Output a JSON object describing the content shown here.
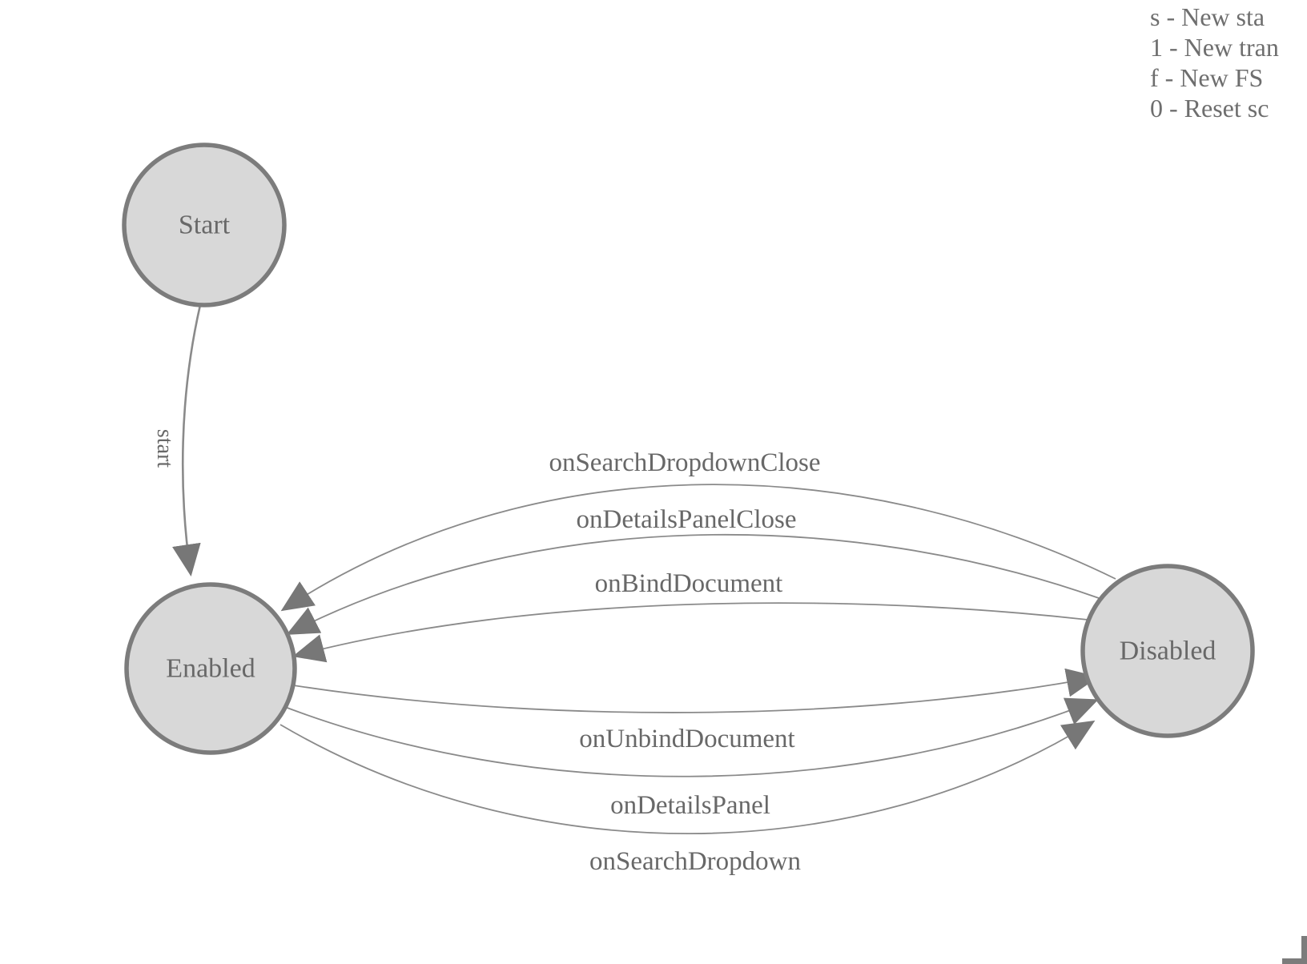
{
  "diagram": {
    "nodes": [
      {
        "id": "Start",
        "label": "Start"
      },
      {
        "id": "Enabled",
        "label": "Enabled"
      },
      {
        "id": "Disabled",
        "label": "Disabled"
      }
    ],
    "edges": [
      {
        "id": "start",
        "from": "Start",
        "to": "Enabled",
        "label": "start"
      },
      {
        "id": "onSearchDropdownClose",
        "from": "Disabled",
        "to": "Enabled",
        "label": "onSearchDropdownClose"
      },
      {
        "id": "onDetailsPanelClose",
        "from": "Disabled",
        "to": "Enabled",
        "label": "onDetailsPanelClose"
      },
      {
        "id": "onBindDocument",
        "from": "Disabled",
        "to": "Enabled",
        "label": "onBindDocument"
      },
      {
        "id": "onUnbindDocument",
        "from": "Enabled",
        "to": "Disabled",
        "label": "onUnbindDocument"
      },
      {
        "id": "onDetailsPanel",
        "from": "Enabled",
        "to": "Disabled",
        "label": "onDetailsPanel"
      },
      {
        "id": "onSearchDropdown",
        "from": "Enabled",
        "to": "Disabled",
        "label": "onSearchDropdown"
      }
    ]
  },
  "legend": {
    "lines": [
      "s - New sta",
      "1 - New tran",
      "f - New FS",
      "0 - Reset sc"
    ]
  },
  "colors": {
    "node_fill": "#d8d8d8",
    "node_stroke": "#7c7c7c",
    "edge_line": "#8a8a8a",
    "arrowhead": "#777777",
    "label_text": "#686868",
    "legend_text": "#6e6e6e",
    "corner_shape": "#7c7c7c"
  }
}
